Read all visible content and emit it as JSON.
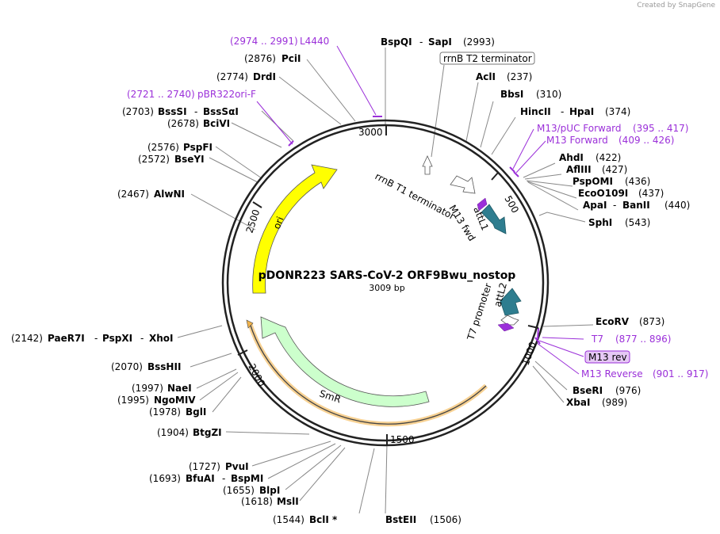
{
  "app": {
    "credit": "Created by  SnapGene"
  },
  "plasmid": {
    "name": "pDONR223 SARS-CoV-2 ORF9Bwu_nostop",
    "size_label": "3009 bp"
  },
  "ticks": [
    "500",
    "1000",
    "1500",
    "2000",
    "2500",
    "3000"
  ],
  "features": [
    {
      "id": "ori",
      "label": "ori",
      "color": "#ffff00"
    },
    {
      "id": "smr",
      "label": "SmR",
      "color": "#ccffcc"
    },
    {
      "id": "attl1",
      "label": "attL1",
      "color": "#2e7d8f"
    },
    {
      "id": "attl2",
      "label": "attL2",
      "color": "#2e7d8f"
    },
    {
      "id": "rrnbt1",
      "label": "rrnB T1 terminator"
    },
    {
      "id": "rrnbt2",
      "label": "rrnB T2 terminator"
    },
    {
      "id": "m13fwd",
      "label": "M13 fwd"
    },
    {
      "id": "t7prom",
      "label": "T7 promoter"
    },
    {
      "id": "m13rev",
      "label": "M13 rev"
    }
  ],
  "sites": [
    {
      "id": "bspqi",
      "name": "BspQI",
      "name2": "SapI",
      "pos": "(2993)"
    },
    {
      "id": "acli",
      "name": "AclI",
      "pos": "(237)"
    },
    {
      "id": "bbsi",
      "name": "BbsI",
      "pos": "(310)"
    },
    {
      "id": "hincii",
      "name": "HincII",
      "name2": "HpaI",
      "pos": "(374)"
    },
    {
      "id": "ahdi",
      "name": "AhdI",
      "pos": "(422)"
    },
    {
      "id": "aflii",
      "name": "AflIII",
      "pos": "(427)"
    },
    {
      "id": "pspomi",
      "name": "PspOMI",
      "pos": "(436)"
    },
    {
      "id": "ecoo109i",
      "name": "EcoO109I",
      "pos": "(437)"
    },
    {
      "id": "apai",
      "name": "ApaI",
      "name2": "BanII",
      "pos": "(440)"
    },
    {
      "id": "sphi",
      "name": "SphI",
      "pos": "(543)"
    },
    {
      "id": "ecorv",
      "name": "EcoRV",
      "pos": "(873)"
    },
    {
      "id": "bseri",
      "name": "BseRI",
      "pos": "(976)"
    },
    {
      "id": "xbai",
      "name": "XbaI",
      "pos": "(989)"
    },
    {
      "id": "bsteii",
      "name": "BstEII",
      "pos": "(1506)"
    },
    {
      "id": "bcli",
      "name": "BclI *",
      "pos": "(1544)"
    },
    {
      "id": "msli",
      "name": "MslI",
      "pos": "(1618)"
    },
    {
      "id": "blpi",
      "name": "BlpI",
      "pos": "(1655)"
    },
    {
      "id": "bfuai",
      "name": "BfuAI",
      "name2": "BspMI",
      "pos": "(1693)"
    },
    {
      "id": "pvui",
      "name": "PvuI",
      "pos": "(1727)"
    },
    {
      "id": "btgzi",
      "name": "BtgZI",
      "pos": "(1904)"
    },
    {
      "id": "bgli",
      "name": "BglI",
      "pos": "(1978)"
    },
    {
      "id": "ngomiv",
      "name": "NgoMIV",
      "pos": "(1995)"
    },
    {
      "id": "naei",
      "name": "NaeI",
      "pos": "(1997)"
    },
    {
      "id": "bsshii",
      "name": "BssHII",
      "pos": "(2070)"
    },
    {
      "id": "paer7i",
      "name": "PaeR7I",
      "name2": "PspXI",
      "name3": "XhoI",
      "pos": "(2142)"
    },
    {
      "id": "alwni",
      "name": "AlwNI",
      "pos": "(2467)"
    },
    {
      "id": "bseyi",
      "name": "BseYI",
      "pos": "(2572)"
    },
    {
      "id": "pspfi",
      "name": "PspFI",
      "pos": "(2576)"
    },
    {
      "id": "bcivi",
      "name": "BciVI",
      "pos": "(2678)"
    },
    {
      "id": "bsssi",
      "name": "BssSI",
      "name2": "BssSαI",
      "pos": "(2703)"
    },
    {
      "id": "drdi",
      "name": "DrdI",
      "pos": "(2774)"
    },
    {
      "id": "pcii",
      "name": "PciI",
      "pos": "(2876)"
    }
  ],
  "primers": [
    {
      "id": "l4440",
      "name": "L4440",
      "range": "(2974 .. 2991)"
    },
    {
      "id": "pbr322",
      "name": "pBR322ori-F",
      "range": "(2721 .. 2740)"
    },
    {
      "id": "m13puc",
      "name": "M13/pUC Forward",
      "range": "(395 .. 417)"
    },
    {
      "id": "m13fwdp",
      "name": "M13 Forward",
      "range": "(409 .. 426)"
    },
    {
      "id": "t7",
      "name": "T7",
      "range": "(877 .. 896)"
    },
    {
      "id": "m13rev",
      "name": "M13 Reverse",
      "range": "(901 .. 917)"
    }
  ]
}
